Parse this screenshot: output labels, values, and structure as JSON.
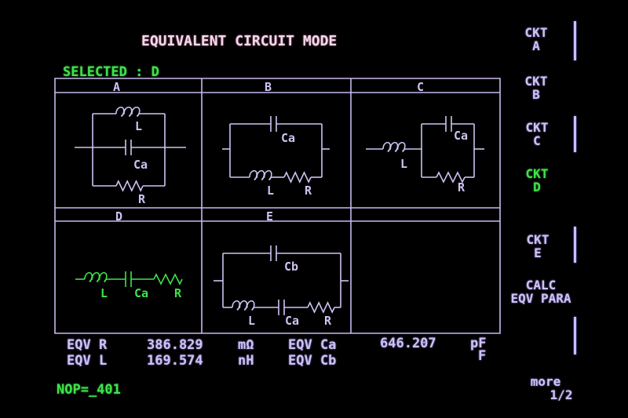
{
  "title": "EQUIVALENT CIRCUIT MODE",
  "selected": "SELECTED : D",
  "circuits": [
    {
      "name": "A",
      "labels": [
        "L",
        "Ca",
        "R"
      ]
    },
    {
      "name": "B",
      "labels": [
        "Ca",
        "L",
        "R"
      ]
    },
    {
      "name": "C",
      "labels": [
        "L",
        "Ca",
        "R"
      ]
    },
    {
      "name": "D",
      "labels": [
        "L",
        "Ca",
        "R"
      ]
    },
    {
      "name": "E",
      "labels": [
        "Cb",
        "L",
        "Ca",
        "R"
      ]
    }
  ],
  "results": {
    "r_label": "EQV R",
    "r_value": "386.829",
    "r_unit": "mΩ",
    "l_label": "EQV L",
    "l_value": "169.574",
    "l_unit": "nH",
    "ca_label": "EQV Ca",
    "ca_value": "646.207",
    "ca_unit": "pF",
    "cb_label": "EQV Cb",
    "cb_value": "",
    "cb_unit": "F"
  },
  "nop": "NOP=_401",
  "softkeys": [
    {
      "l1": "CKT",
      "l2": "A"
    },
    {
      "l1": "CKT",
      "l2": "B"
    },
    {
      "l1": "CKT",
      "l2": "C"
    },
    {
      "l1": "CKT",
      "l2": "D"
    },
    {
      "l1": "CKT",
      "l2": "E"
    },
    {
      "l1": "CALC",
      "l2": "EQV PARA"
    },
    {
      "l1": "more",
      "l2": "1/2"
    }
  ],
  "colors": {
    "normal": "#cfc2f2",
    "selected": "#3fe34a"
  }
}
